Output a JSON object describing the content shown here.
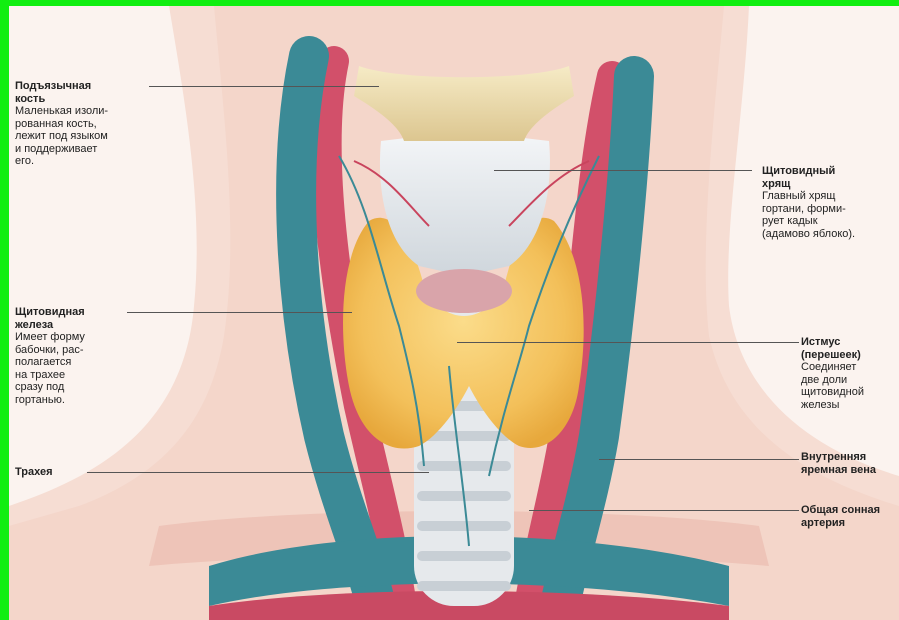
{
  "labels": {
    "hyoid": {
      "title": "Подъязычная\nкость",
      "desc": "Маленькая изоли-\nрованная кость,\nлежит под языком\nи поддерживает\nего."
    },
    "thyroid_cartilage": {
      "title": "Щитовидный\nхрящ",
      "desc": "Главный хрящ\nгортани, форми-\nрует кадык\n(адамово яблоко)."
    },
    "thyroid_gland": {
      "title": "Щитовидная\nжелеза",
      "desc": "Имеет форму\nбабочки, рас-\nполагается\nна трахее\nсразу под\nгортанью."
    },
    "isthmus": {
      "title": "Истмус\n(перешеек)",
      "desc": "Соединяет\nдве доли\nщитовидной\nжелезы"
    },
    "trachea": {
      "title": "Трахея"
    },
    "jugular_vein": {
      "title": "Внутренняя\nяремная вена"
    },
    "carotid_artery": {
      "title": "Общая сонная\nартерия"
    }
  },
  "colors": {
    "frame": "#11ee11",
    "skin": "#f6ddd3",
    "vein": "#3b8a96",
    "artery": "#d2506a",
    "gland": "#f3c05a",
    "cartilage": "#e9ecef",
    "bone": "#f1e2b4"
  }
}
